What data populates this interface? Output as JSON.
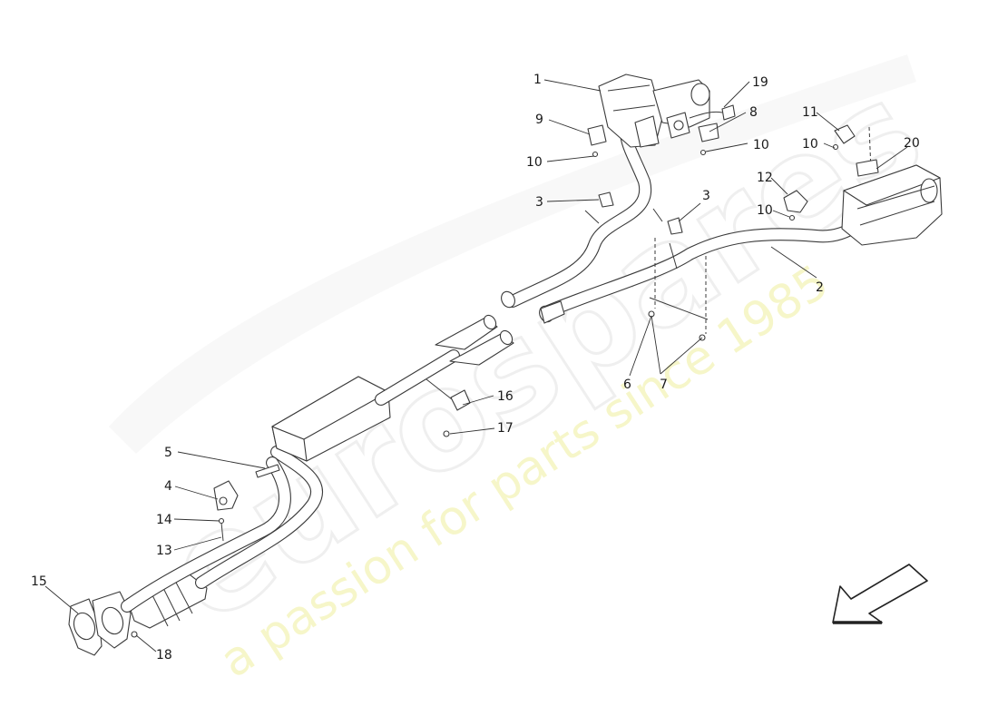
{
  "diagram": {
    "callouts": [
      {
        "n": "1"
      },
      {
        "n": "19"
      },
      {
        "n": "9"
      },
      {
        "n": "8"
      },
      {
        "n": "10"
      },
      {
        "n": "10"
      },
      {
        "n": "11"
      },
      {
        "n": "10"
      },
      {
        "n": "20"
      },
      {
        "n": "3"
      },
      {
        "n": "3"
      },
      {
        "n": "12"
      },
      {
        "n": "10"
      },
      {
        "n": "2"
      },
      {
        "n": "6"
      },
      {
        "n": "7"
      },
      {
        "n": "16"
      },
      {
        "n": "17"
      },
      {
        "n": "5"
      },
      {
        "n": "4"
      },
      {
        "n": "14"
      },
      {
        "n": "13"
      },
      {
        "n": "15"
      },
      {
        "n": "18"
      }
    ],
    "watermark": {
      "logo": "eurospares",
      "tagline": "a passion for parts since 1985"
    },
    "direction_arrow": {
      "icon": "direction-arrow-icon"
    }
  }
}
